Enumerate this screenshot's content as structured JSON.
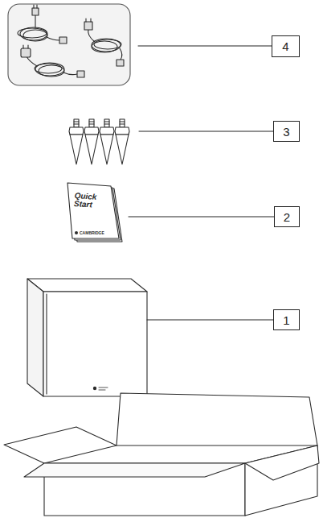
{
  "diagram": {
    "nodes": [
      {
        "text": [
          "4"
        ]
      },
      {
        "text": [
          "3"
        ]
      },
      {
        "text": [
          "2"
        ]
      },
      {
        "text": [
          "1"
        ]
      }
    ],
    "labels": [
      "Quick Start",
      "CAMBRIDGE"
    ]
  }
}
